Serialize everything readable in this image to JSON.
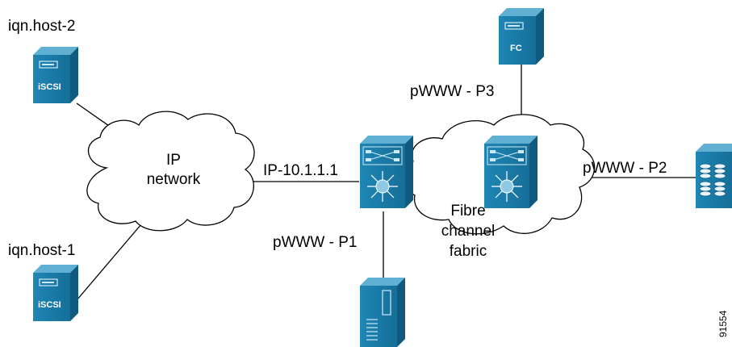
{
  "labels": {
    "host2": "iqn.host-2",
    "host1": "iqn.host-1",
    "ip_network_line1": "IP",
    "ip_network_line2": "network",
    "ip_address": "IP-10.1.1.1",
    "p1": "pWWW - P1",
    "p2": "pWWW - P2",
    "p3": "pWWW - P3",
    "fabric_line1": "Fibre",
    "fabric_line2": "channel",
    "fabric_line3": "fabric",
    "figure_id": "91554"
  },
  "devices": {
    "iscsi_top_label": "iSCSI",
    "iscsi_bottom_label": "iSCSI",
    "fc_label": "FC"
  },
  "colors": {
    "device_blue": "#1a7aa6",
    "device_dark": "#0e5a80",
    "device_light": "#5fb0d3",
    "line": "#000000",
    "cloud_fill": "#ffffff"
  },
  "icons": {
    "iscsi_host": "server-tower-icon",
    "fc_host": "server-tower-icon",
    "switch": "mds-switch-icon",
    "storage": "disk-array-icon",
    "cloud": "cloud-icon"
  }
}
